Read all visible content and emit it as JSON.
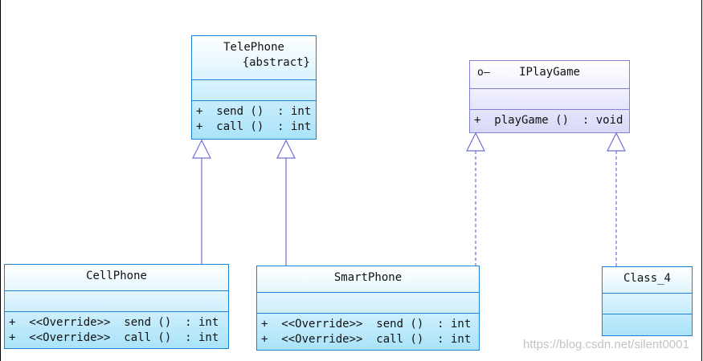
{
  "classes": {
    "telephone": {
      "name": "TelePhone",
      "stereotype": "{abstract}",
      "methods": [
        "+  send ()  : int",
        "+  call ()  : int"
      ]
    },
    "cellphone": {
      "name": "CellPhone",
      "methods": [
        "+  <<Override>>  send ()  : int",
        "+  <<Override>>  call ()  : int"
      ]
    },
    "smartphone": {
      "name": "SmartPhone",
      "methods": [
        "+  <<Override>>  send ()  : int",
        "+  <<Override>>  call ()  : int"
      ]
    },
    "class4": {
      "name": "Class_4"
    }
  },
  "interface": {
    "lollipop_symbol": "o–",
    "name": "IPlayGame",
    "methods": [
      "+  playGame ()  : void"
    ]
  },
  "relationships": [
    {
      "type": "generalization",
      "from": "CellPhone",
      "to": "TelePhone"
    },
    {
      "type": "generalization",
      "from": "SmartPhone",
      "to": "TelePhone"
    },
    {
      "type": "realization",
      "from": "SmartPhone",
      "to": "IPlayGame"
    },
    {
      "type": "realization",
      "from": "Class_4",
      "to": "IPlayGame"
    }
  ],
  "watermark": "https://blog.csdn.net/silent0001",
  "colors": {
    "class_border": "#1e7fd6",
    "interface_border": "#7f80d8",
    "link_stroke": "#6f70d4"
  }
}
